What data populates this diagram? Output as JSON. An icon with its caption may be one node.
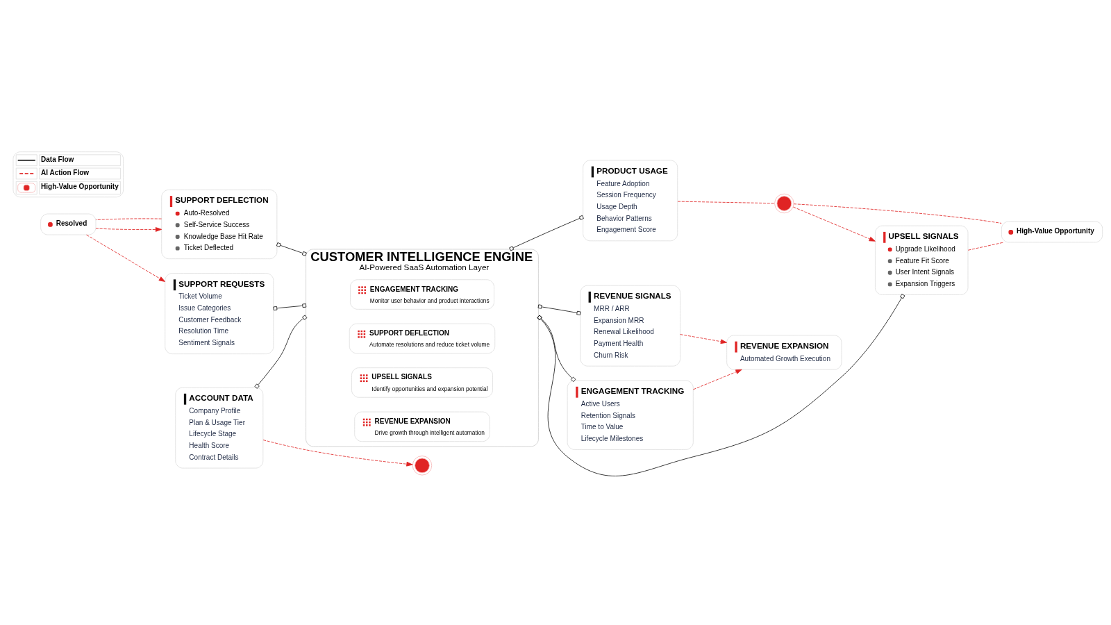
{
  "diagram": {
    "nodes": [
      {
        "text": [
          "CUSTOMER INTELLIGENCE ENGINE",
          "AI-Powered SaaS Automation Layer"
        ]
      },
      {
        "text": [
          "ENGAGEMENT TRACKING",
          "Monitor user behavior and product interactions"
        ],
        "in": 0
      },
      {
        "text": [
          "SUPPORT DEFLECTION",
          "Automate resolutions and reduce ticket volume"
        ],
        "in": 0
      },
      {
        "text": [
          "UPSELL SIGNALS",
          "Identify opportunities and expansion potential"
        ],
        "in": 0
      },
      {
        "text": [
          "REVENUE EXPANSION",
          "Drive growth through intelligent automation"
        ],
        "in": 0
      },
      {
        "text": [
          "SUPPORT REQUESTS",
          "Ticket Volume",
          "Issue Categories",
          "Customer Feedback",
          "Resolution Time",
          "Sentiment Signals"
        ]
      },
      {
        "text": [
          "SUPPORT DEFLECTION",
          "Auto-Resolved",
          "Self-Service Success",
          "Knowledge Base Hit Rate",
          "Ticket Deflected"
        ]
      },
      {
        "text": [
          "Resolved"
        ]
      },
      {
        "text": [
          "ACCOUNT DATA",
          "Company Profile",
          "Plan & Usage Tier",
          "Lifecycle Stage",
          "Health Score",
          "Contract Details"
        ]
      },
      {
        "text": [
          "PRODUCT USAGE",
          "Feature Adoption",
          "Session Frequency",
          "Usage Depth",
          "Behavior Patterns",
          "Engagement Score"
        ]
      },
      {
        "text": [
          "UPSELL SIGNALS",
          "Upgrade Likelihood",
          "Feature Fit Score",
          "User Intent Signals",
          "Expansion Triggers"
        ]
      },
      {
        "text": [
          "High-Value Opportunity"
        ]
      },
      {
        "text": [
          "REVENUE SIGNALS",
          "MRR / ARR",
          "Expansion MRR",
          "Renewal Likelihood",
          "Payment Health",
          "Churn Risk"
        ]
      },
      {
        "text": [
          "ENGAGEMENT TRACKING",
          "Active Users",
          "Retention Signals",
          "Time to Value",
          "Lifecycle Milestones"
        ]
      },
      {
        "text": [
          "REVENUE EXPANSION",
          "Automated Growth Execution"
        ]
      },
      {
        "text": [],
        "shape": "circle"
      },
      {
        "text": [],
        "shape": "circle"
      }
    ],
    "edges": [
      {
        "from": 5,
        "to": 0,
        "arrow": "other",
        "color": "#111111"
      },
      {
        "from": 6,
        "to": 0,
        "arrow": "other",
        "color": "#111111"
      },
      {
        "from": 8,
        "to": 0,
        "arrow": "other",
        "color": "#111111"
      },
      {
        "from": 9,
        "to": 0,
        "arrow": "other",
        "color": "#111111"
      },
      {
        "from": 10,
        "to": 0,
        "arrow": "other",
        "color": "#111111"
      },
      {
        "from": 12,
        "to": 0,
        "arrow": "other",
        "color": "#111111"
      },
      {
        "from": 0,
        "to": 13,
        "arrow": "other",
        "color": "#111111"
      },
      {
        "from": 13,
        "to": 14,
        "arrow": "to",
        "style": "dashed",
        "color": "#e02424"
      },
      {
        "from": 8,
        "to": 16,
        "arrow": "to",
        "style": "dashed",
        "color": "#e02424"
      },
      {
        "from": 12,
        "to": 14,
        "arrow": "to",
        "style": "dashed",
        "color": "#e02424"
      },
      {
        "from": 6,
        "to": 7,
        "arrow": "none",
        "style": "dashed",
        "color": "#e02424"
      },
      {
        "from": 7,
        "to": 5,
        "arrow": "to",
        "style": "dashed",
        "color": "#e02424"
      },
      {
        "from": 7,
        "to": 6,
        "arrow": "to",
        "style": "dashed",
        "color": "#e02424"
      },
      {
        "from": 9,
        "to": 15,
        "arrow": "none",
        "style": "dashed",
        "color": "#e02424"
      },
      {
        "from": 15,
        "to": 10,
        "arrow": "to",
        "style": "dashed",
        "color": "#e02424"
      },
      {
        "from": 15,
        "to": 11,
        "arrow": "none",
        "style": "dashed",
        "color": "#e02424"
      },
      {
        "from": 10,
        "to": 11,
        "arrow": "none",
        "style": "dashed",
        "color": "#e02424"
      }
    ],
    "legend": [
      {
        "text": "Data Flow"
      },
      {
        "text": "AI Action Flow"
      },
      {
        "text": "High-Value Opportunity"
      }
    ]
  }
}
